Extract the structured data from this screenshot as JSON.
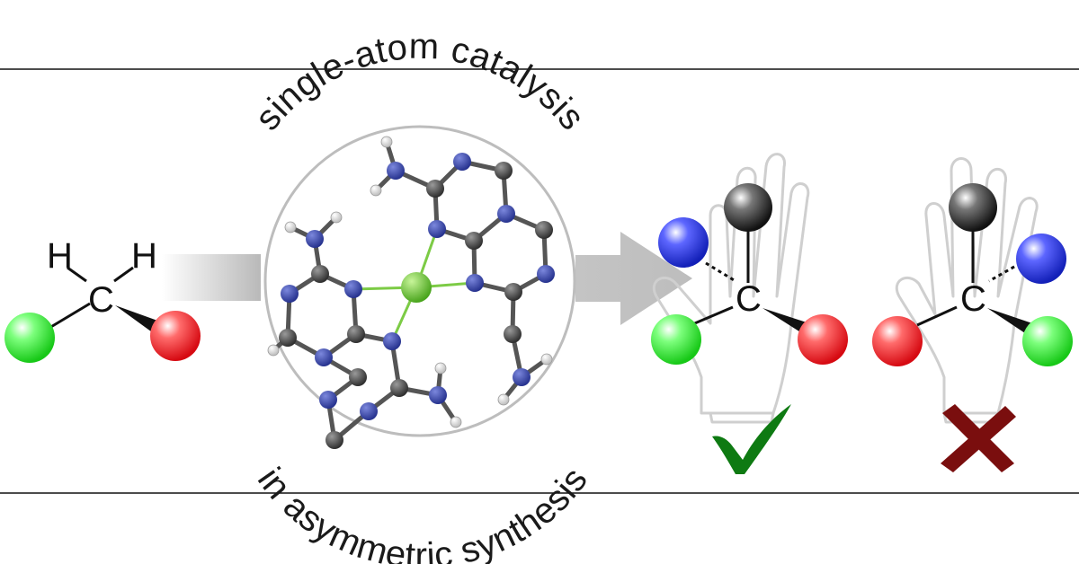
{
  "title_top": "single-atom catalysis",
  "title_bottom": "in asymmetric synthesis",
  "reactant": {
    "left_h": "H",
    "right_h": "H",
    "center": "C"
  },
  "product_correct": {
    "center": "C",
    "mark": "check-mark"
  },
  "product_wrong": {
    "center": "C",
    "mark": "cross-mark"
  },
  "colors": {
    "green_atom": "#2ee62e",
    "red_atom": "#e8121a",
    "blue_atom": "#1f2bd6",
    "black_atom": "#222222",
    "check": "#0e7a12",
    "cross": "#7a0e0e",
    "arrow": "#c8c8c8",
    "catalyst_metal": "#5fbf2a",
    "catalyst_nitrogen": "#3846a8",
    "catalyst_carbon": "#4a4a4a",
    "catalyst_hydrogen": "#e8e8e8"
  }
}
